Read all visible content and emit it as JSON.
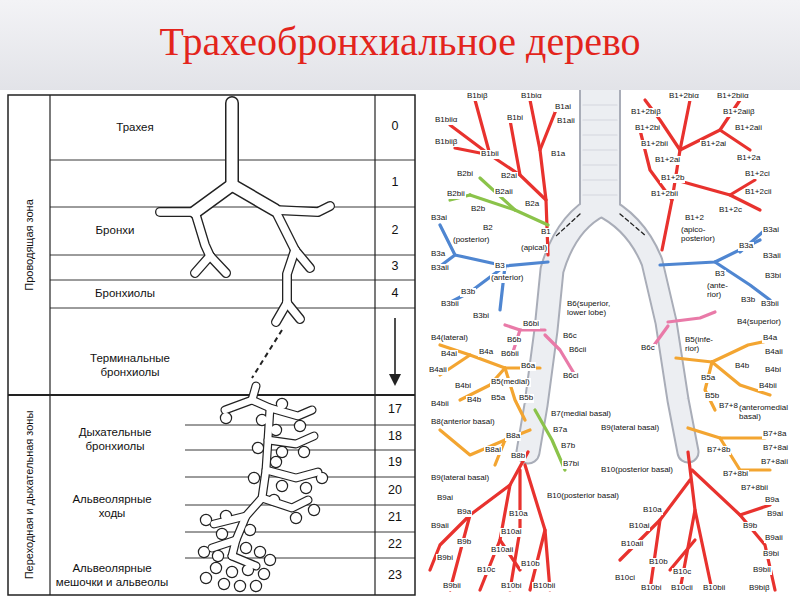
{
  "diagram": {
    "title": "Трахеобронхиальное дерево",
    "nodes": [
      {
        "text": [
          "Проводящая зона"
        ]
      },
      {
        "text": [
          "Переходная и дыхательная зоны"
        ]
      }
    ],
    "labels": [
      "Трахея",
      "Бронхи",
      "Бронхиолы",
      "Терминальные бронхиолы",
      "Дыхательные бронхиолы",
      "Альвеолярные ходы",
      "Альвеолярные мешочки и альвеолы",
      "0",
      "1",
      "2",
      "3",
      "4",
      "17",
      "18",
      "19",
      "20",
      "21",
      "22",
      "23",
      "B1biβ",
      "B1biα",
      "B1ai",
      "B1biiα",
      "B1bi",
      "B1aii",
      "B1biiβ",
      "B1bii",
      "B1a",
      "B2bi",
      "B2ai",
      "B2bii",
      "B2aii",
      "B2a",
      "B2b",
      "B3ai",
      "B2",
      "(posterior)",
      "B1",
      "(apical)",
      "B3a",
      "B3aii",
      "B3",
      "(anterior)",
      "B3b",
      "B3bii",
      "B3bi",
      "B6(superior, lower lobe)",
      "B6bi",
      "B6b",
      "B6bii",
      "B6a",
      "B6c",
      "B6cii",
      "B6ci",
      "B4(lateral)",
      "B4ai",
      "B4a",
      "B4aii",
      "B4bi",
      "B5(medial)",
      "B4b",
      "B4bii",
      "B5a",
      "B5b",
      "B8(anterior basal)",
      "B7(medial basal)",
      "B8a",
      "B7a",
      "B8ai",
      "B7b",
      "B8b",
      "B7bi",
      "B9(lateral basal)",
      "B9ai",
      "B10(posterior basal)",
      "B9a",
      "B10a",
      "B9aii",
      "B10ai",
      "B9b",
      "B10aii",
      "B9bi",
      "B10b",
      "B10c",
      "B9bii",
      "B10bi",
      "B10bii",
      "B1+2biα",
      "B1+2biiα",
      "B1+2biβ",
      "B1+2aiiβ",
      "B1+2bi",
      "B1+2aii",
      "B1+2bii",
      "B1+2ai",
      "B1+2a",
      "B1+2ai",
      "B1+2ci",
      "B1+2b",
      "B1+2bii",
      "B1+2cii",
      "B1+2c",
      "B1+2",
      "(apico- posterior)",
      "B3ai",
      "B3a",
      "B3aii",
      "B3",
      "(ante- rior)",
      "B3bi",
      "B3b",
      "B3bii",
      "B6c",
      "B5(infe- rior)",
      "B4(superior)",
      "B4a",
      "B4aii",
      "B4b",
      "B4bi",
      "B5a",
      "B4bii",
      "B5b",
      "B9(lateral basal)",
      "B7+8",
      "(anteromedial basal)",
      "B7+8a",
      "B7+8b",
      "B7+8ai",
      "B10(posterior basal)",
      "B7+8aii",
      "B7+8bi",
      "B7+8bii",
      "B9a",
      "B10a",
      "B9ai",
      "B9b",
      "B10ai",
      "B9aii",
      "B10aii",
      "B9bi",
      "B10b",
      "B9bii",
      "B10c",
      "B10ci",
      "B10bi",
      "B10cii",
      "B10bii",
      "B9biβ"
    ]
  }
}
